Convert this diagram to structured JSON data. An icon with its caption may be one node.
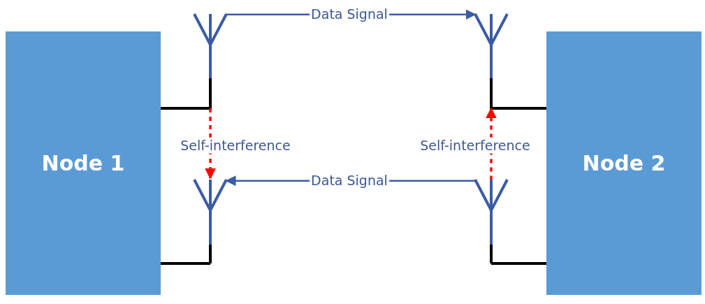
{
  "diagram": {
    "nodes": [
      {
        "text": [
          "Node 1"
        ]
      },
      {
        "text": [
          "Node 2"
        ]
      },
      {
        "text": [],
        "shape": "antenna"
      },
      {
        "text": [],
        "shape": "antenna"
      },
      {
        "text": [],
        "shape": "antenna"
      },
      {
        "text": [],
        "shape": "antenna"
      }
    ],
    "edges": [
      {
        "from": 0,
        "to": 2,
        "arrow": "none"
      },
      {
        "from": 0,
        "to": 4,
        "arrow": "none"
      },
      {
        "from": 1,
        "to": 3,
        "arrow": "none"
      },
      {
        "from": 1,
        "to": 5,
        "arrow": "none"
      },
      {
        "from": 2,
        "to": 3,
        "arrow": "to",
        "label": "Data Signal",
        "color": "#3b5ba5"
      },
      {
        "from": 5,
        "to": 4,
        "arrow": "to",
        "label": "Data Signal",
        "color": "#3b5ba5"
      },
      {
        "from": 2,
        "to": 4,
        "arrow": "to",
        "label": "Self-interference",
        "style": "dashed",
        "color": "#ff0000"
      },
      {
        "from": 5,
        "to": 3,
        "arrow": "to",
        "label": "Self-interference",
        "style": "dashed",
        "color": "#ff0000"
      }
    ]
  }
}
